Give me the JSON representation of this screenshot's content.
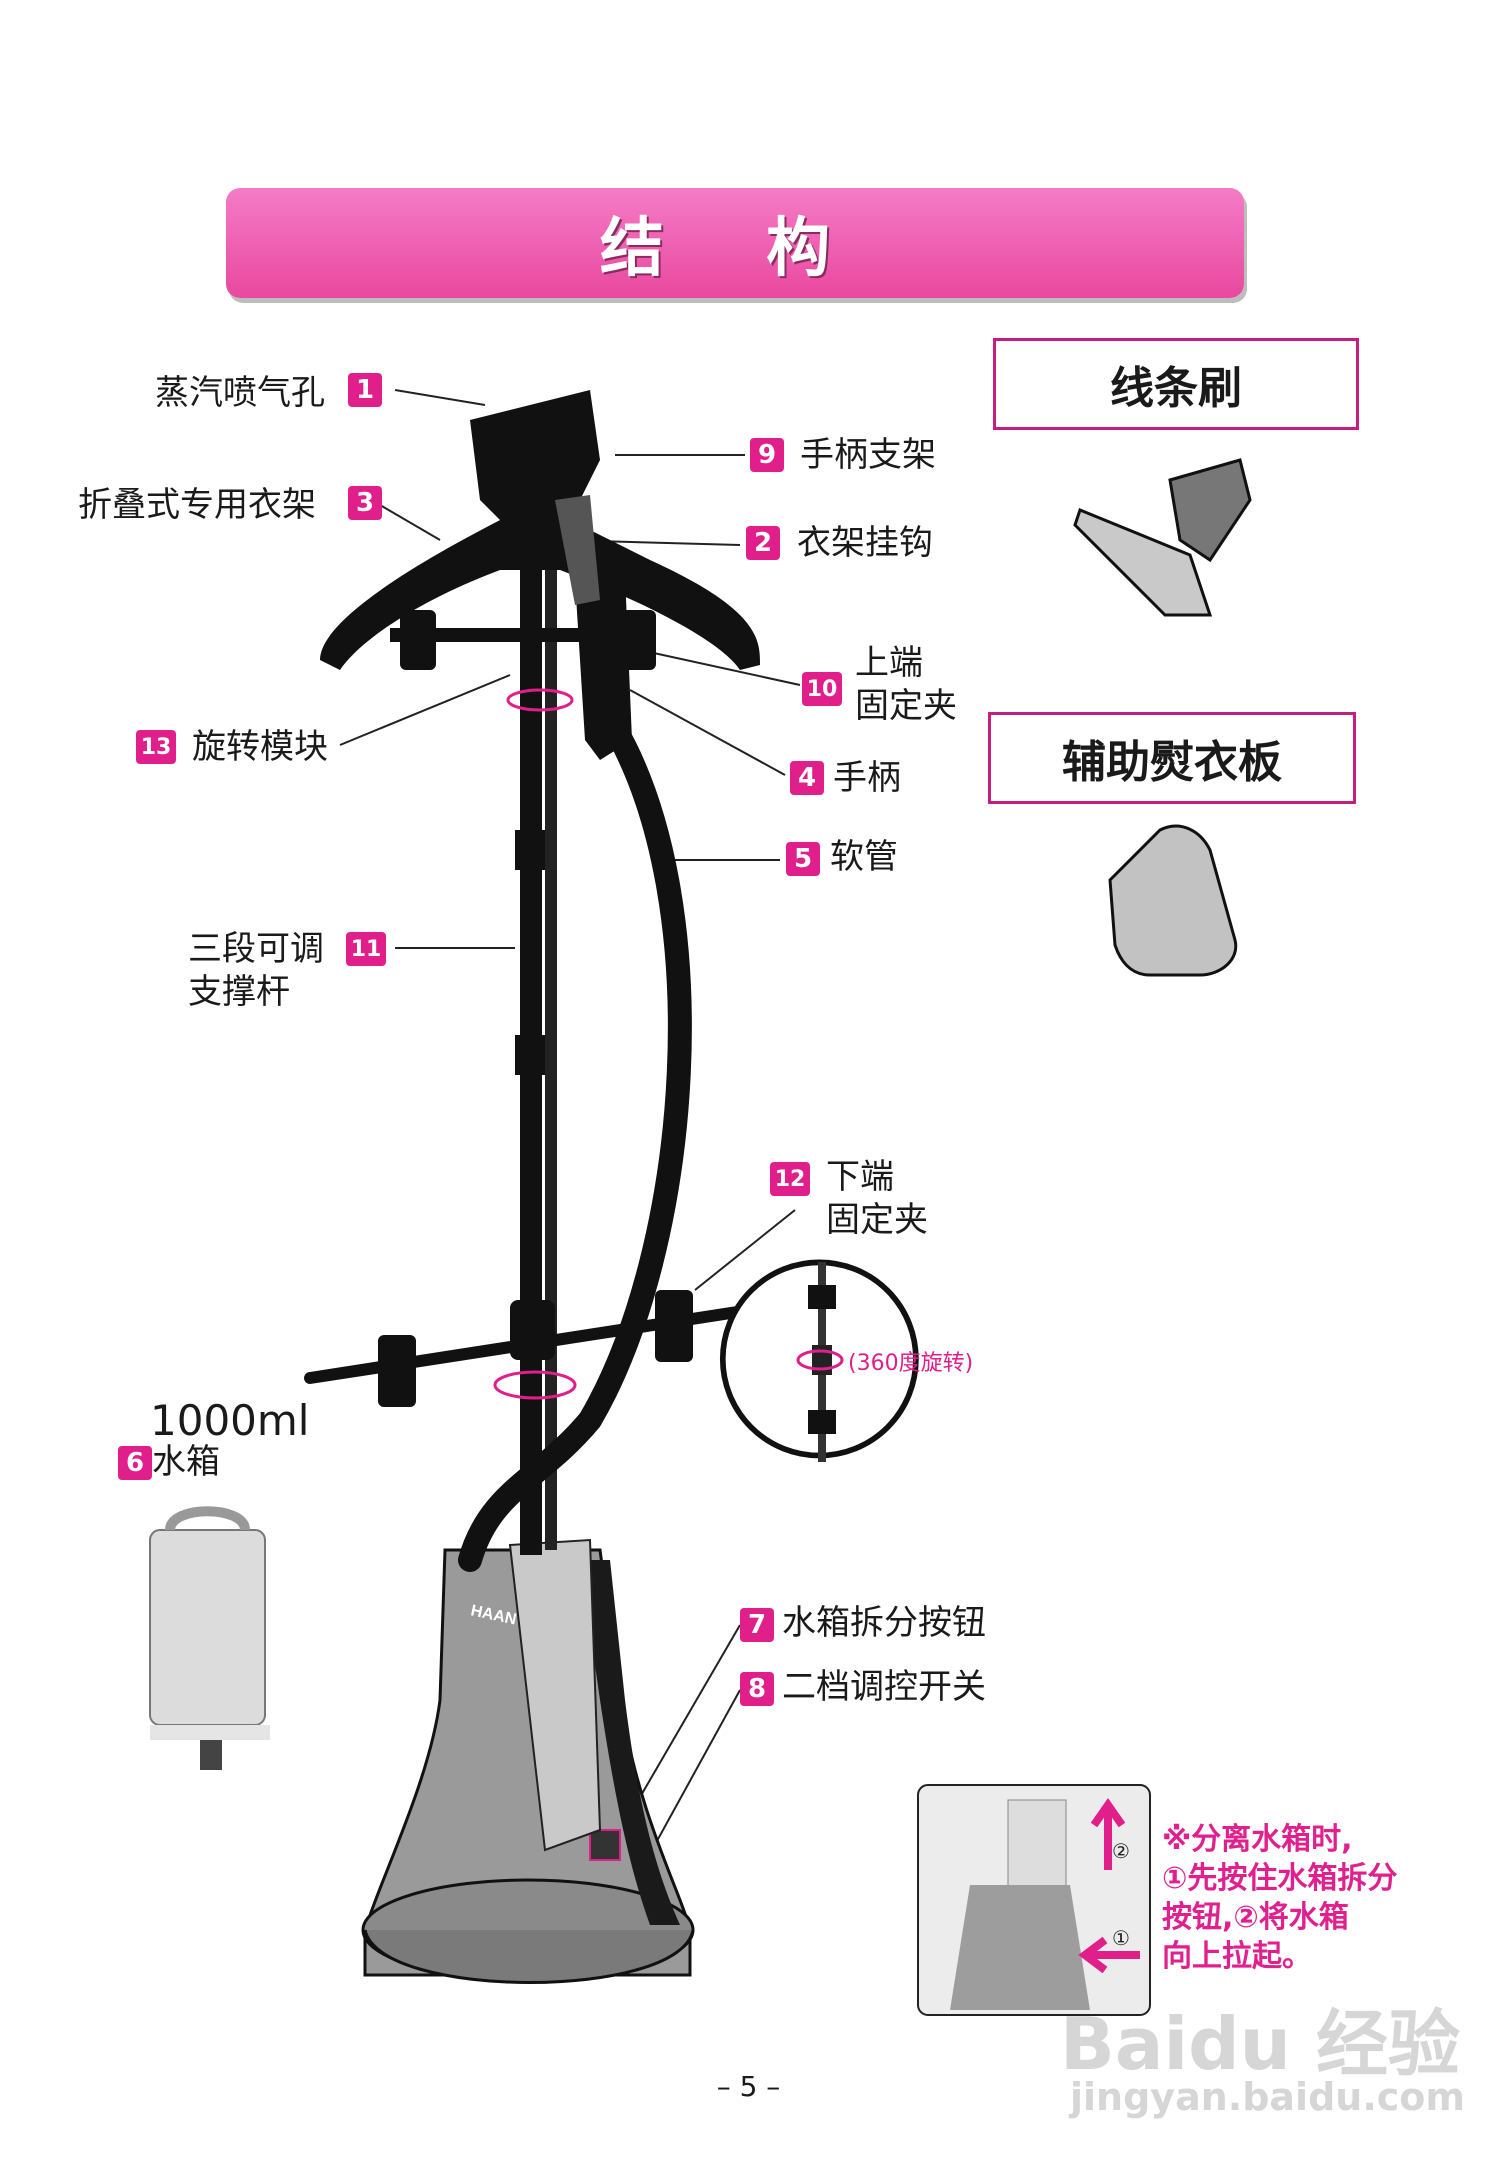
{
  "title": "结 构",
  "parts": {
    "p1": {
      "num": "1",
      "label": "蒸汽喷气孔"
    },
    "p2": {
      "num": "2",
      "label": "衣架挂钩"
    },
    "p3": {
      "num": "3",
      "label": "折叠式专用衣架"
    },
    "p4": {
      "num": "4",
      "label": "手柄"
    },
    "p5": {
      "num": "5",
      "label": "软管"
    },
    "p6": {
      "num": "6",
      "label": "水箱"
    },
    "p7": {
      "num": "7",
      "label": "水箱拆分按钮"
    },
    "p8": {
      "num": "8",
      "label": "二档调控开关"
    },
    "p9": {
      "num": "9",
      "label": "手柄支架"
    },
    "p10": {
      "num": "10",
      "label_line1": "上端",
      "label_line2": "固定夹"
    },
    "p11": {
      "num": "11",
      "label_line1": "三段可调",
      "label_line2": "支撑杆"
    },
    "p12": {
      "num": "12",
      "label_line1": "下端",
      "label_line2": "固定夹"
    },
    "p13": {
      "num": "13",
      "label": "旋转模块"
    }
  },
  "tank_capacity": "1000ml",
  "brand": "HAAN",
  "rotation_note": "(360度旋转)",
  "accessories": {
    "brush": "线条刷",
    "board": "辅助熨衣板"
  },
  "removal_note": {
    "line1": "※分离水箱时,",
    "line2": "①先按住水箱拆分",
    "line3": "按钮,②将水箱",
    "line4": "向上拉起。",
    "step1": "①",
    "step2": "②"
  },
  "page_number": "– 5 –",
  "watermark": {
    "main": "Baidu 经验",
    "url": "jingyan.baidu.com"
  },
  "colors": {
    "accent": "#e11f8b",
    "banner": "#f066b8",
    "body": "#9a9a9a"
  }
}
